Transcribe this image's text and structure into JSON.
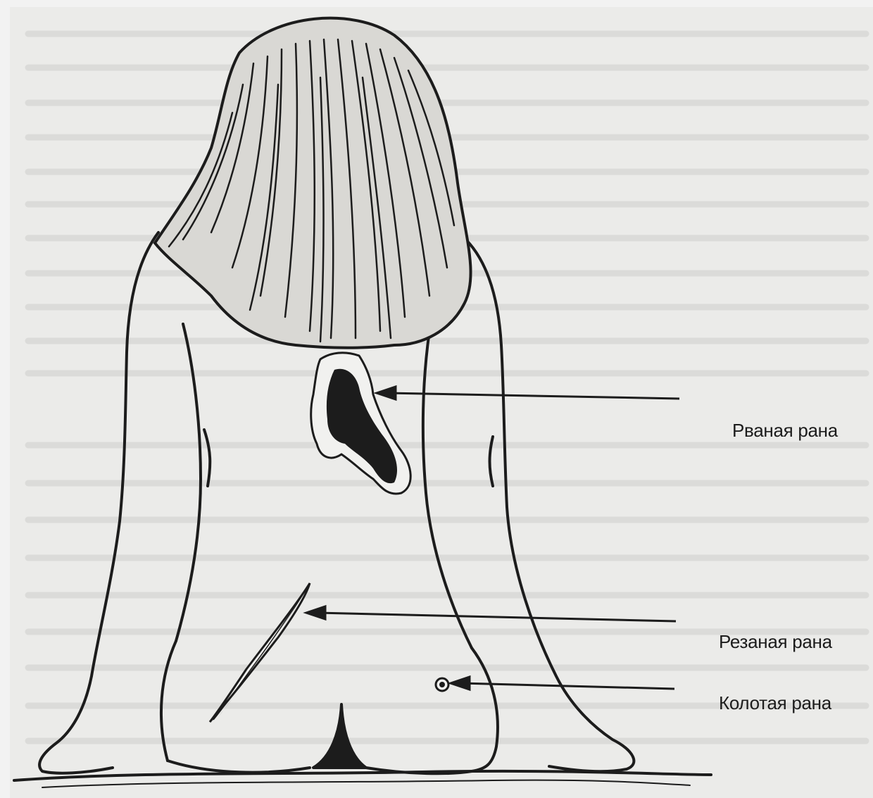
{
  "labels": {
    "torn_wound": "Рваная рана",
    "cut_wound": "Резаная рана",
    "stab_wound": "Колотая рана"
  },
  "colors": {
    "ink": "#1c1c1c",
    "paper": "#ebebe9",
    "bleed_text": "#c9c9c6"
  }
}
